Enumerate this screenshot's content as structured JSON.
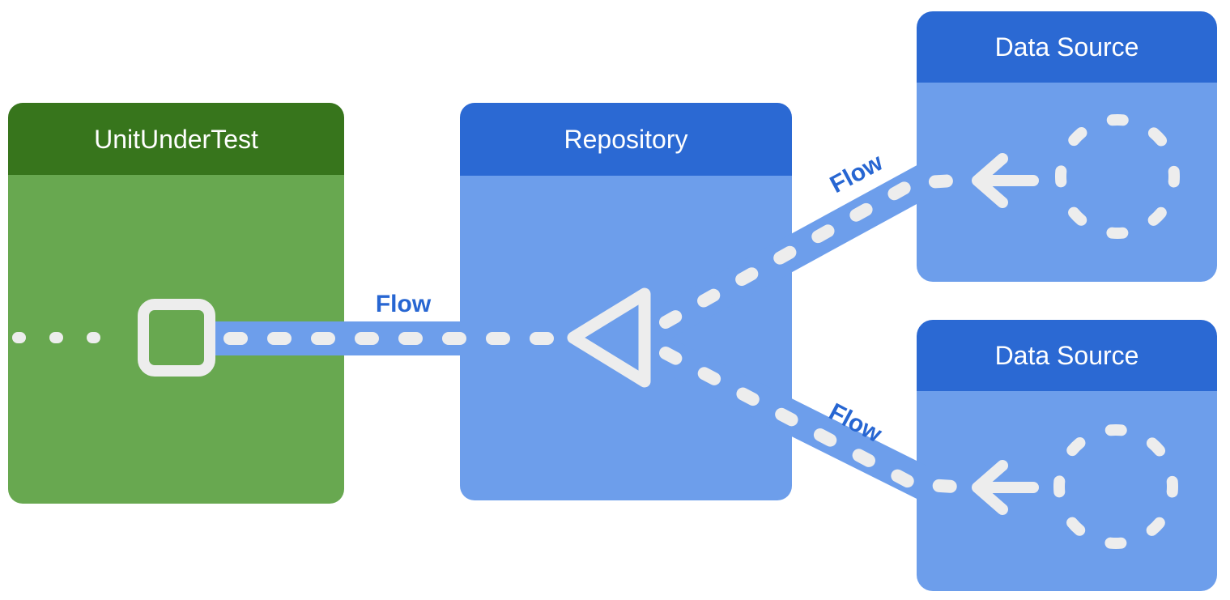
{
  "diagram": {
    "kind": "architecture-flow-diagram",
    "description": "Data flows from two Data Source nodes into a Repository node, and from the Repository into the UnitUnderTest node; all flow arrows point left."
  },
  "nodes": [
    {
      "id": "unit-under-test",
      "label": "UnitUnderTest",
      "header_color": "#37751c",
      "body_color": "#68a850"
    },
    {
      "id": "repository",
      "label": "Repository",
      "header_color": "#2b69d3",
      "body_color": "#6d9eeb"
    },
    {
      "id": "data-source-top",
      "label": "Data Source",
      "header_color": "#2b69d3",
      "body_color": "#6d9eeb"
    },
    {
      "id": "data-source-bottom",
      "label": "Data Source",
      "header_color": "#2b69d3",
      "body_color": "#6d9eeb"
    }
  ],
  "connections": [
    {
      "label": "Flow",
      "from": "repository",
      "to": "unit-under-test",
      "style": "dashed"
    },
    {
      "label": "Flow",
      "from": "data-source-top",
      "to": "repository",
      "style": "dashed"
    },
    {
      "label": "Flow",
      "from": "data-source-bottom",
      "to": "repository",
      "style": "dashed"
    }
  ],
  "icons": [
    {
      "name": "square-outline-icon",
      "location": "unit-under-test"
    },
    {
      "name": "triangle-outline-icon",
      "location": "repository"
    },
    {
      "name": "dashed-circle-icon",
      "location": "data-source-top"
    },
    {
      "name": "left-arrow-icon",
      "location": "data-source-top"
    },
    {
      "name": "dashed-circle-icon",
      "location": "data-source-bottom"
    },
    {
      "name": "left-arrow-icon",
      "location": "data-source-bottom"
    }
  ],
  "colors": {
    "background": "#ffffff",
    "green_header": "#37751c",
    "green_body": "#68a850",
    "blue_header": "#2b69d3",
    "blue_body": "#6d9eeb",
    "flow_band": "#6d9eeb",
    "dash": "#ededed",
    "shape": "#ededed",
    "flow_label": "#2766d2",
    "node_title": "#ffffff"
  }
}
